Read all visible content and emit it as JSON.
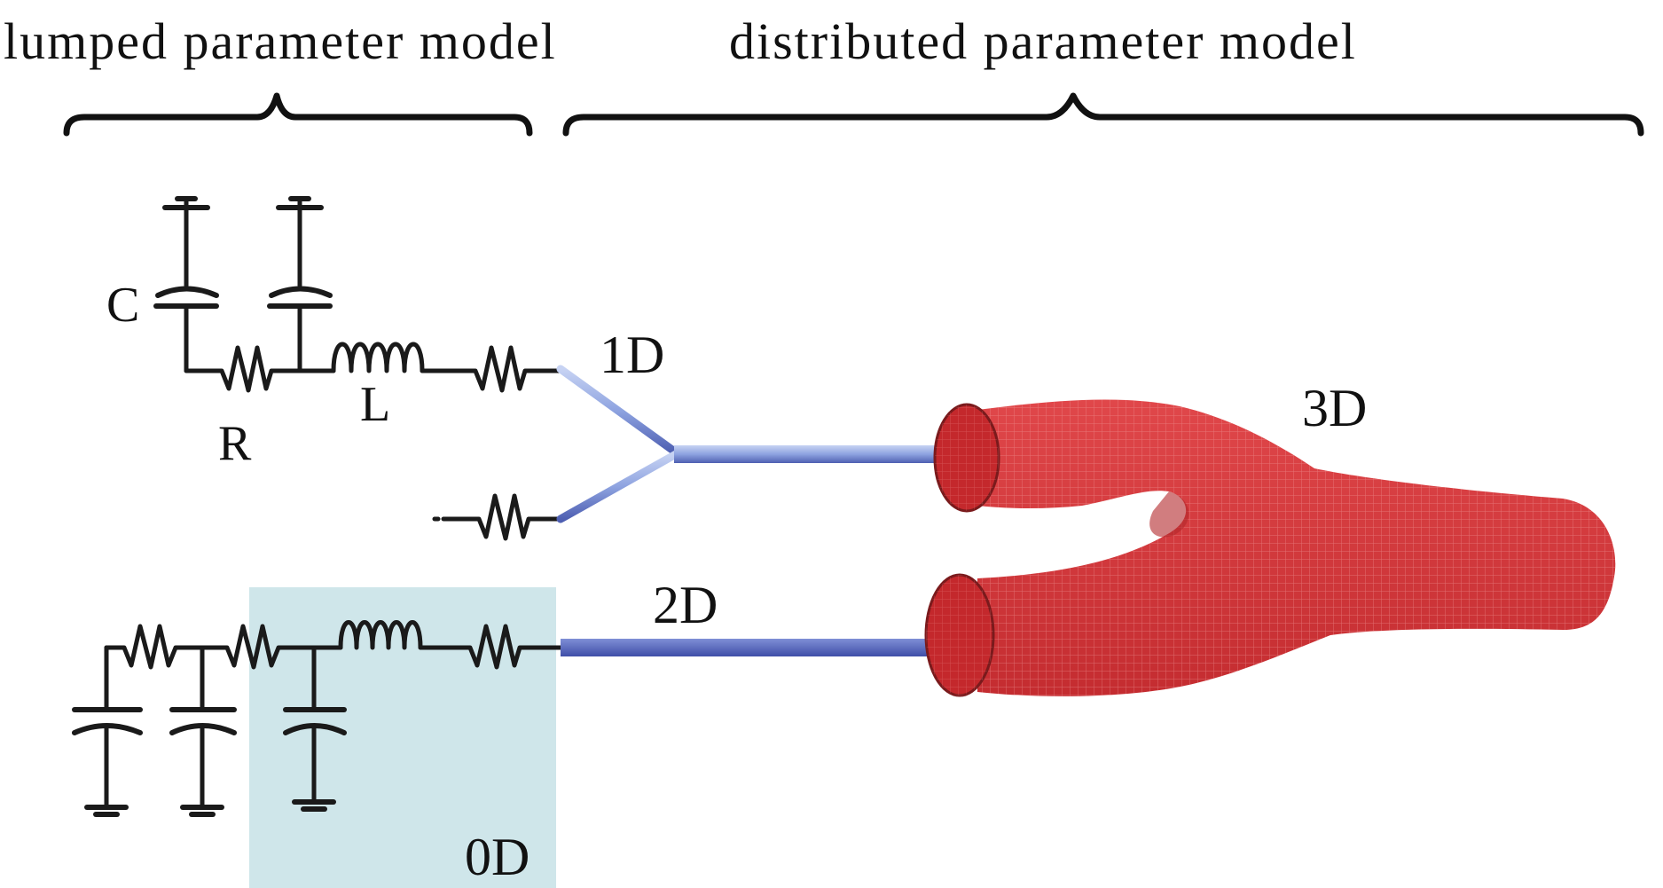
{
  "headings": {
    "lumped": "lumped parameter model",
    "distributed": "distributed parameter model"
  },
  "component_labels": {
    "capacitor": "C",
    "resistor": "R",
    "inductor": "L"
  },
  "dimension_labels": {
    "one_d": "1D",
    "two_d": "2D",
    "three_d": "3D",
    "zero_d": "0D"
  },
  "colors": {
    "zero_d_region": "#cfe6ea",
    "vessel_red": "#d83a3c",
    "vessel_dark": "#a82226",
    "line_blue": "#5f6fc0",
    "line_light_blue": "#9fb0e0"
  }
}
